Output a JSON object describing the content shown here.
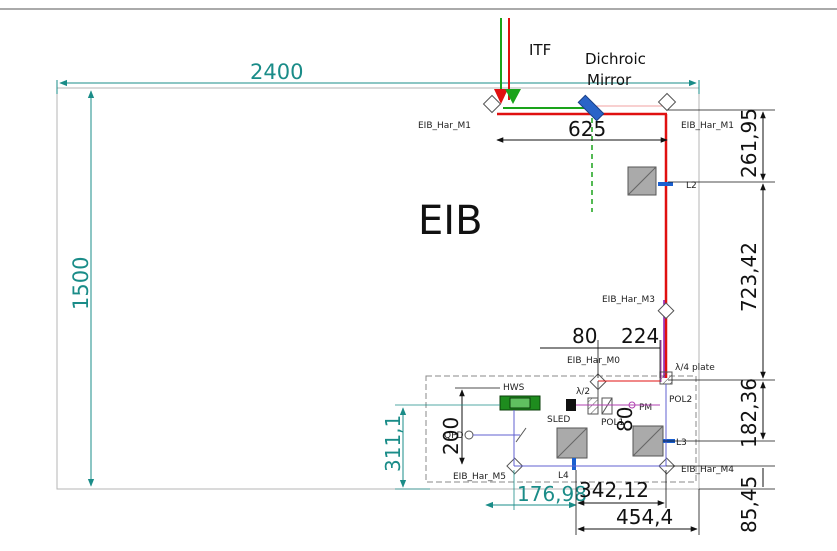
{
  "labels": {
    "itf": "ITF",
    "dichroic": "Dichroic",
    "mirror": "Mirror",
    "eib": "EIB",
    "m1_left": "EIB_Har_M1",
    "m1_right": "EIB_Har_M1",
    "l2": "L2",
    "m3": "EIB_Har_M3",
    "m0": "EIB_Har_M0",
    "quarter_wave": "λ/4 plate",
    "pol2": "POL2",
    "hws": "HWS",
    "half_wave": "λ/2",
    "sled": "SLED",
    "pol1": "POL1",
    "pm": "PM",
    "qpd": "QPD",
    "l3": "L3",
    "m5": "EIB_Har_M5",
    "l4": "L4",
    "m4": "EIB_Har_M4"
  },
  "dimensions": {
    "d2400": "2400",
    "d1500": "1500",
    "d625": "625",
    "d261": "261,95",
    "d723": "723,42",
    "d80a": "80",
    "d224": "224",
    "d80b": "80",
    "d182": "182,36",
    "d311": "311,1",
    "d200": "200",
    "d176": "176,98",
    "d342": "342,12",
    "d454": "454,4",
    "d85": "85,45"
  },
  "colors": {
    "laser_red": "#e01010",
    "laser_green": "#1aa31a",
    "dimension_teal": "#1a8c88",
    "dichroic_blue": "#2a64c8",
    "lens_blue": "#1a5fd0",
    "hws_green": "#1e8c1e"
  }
}
